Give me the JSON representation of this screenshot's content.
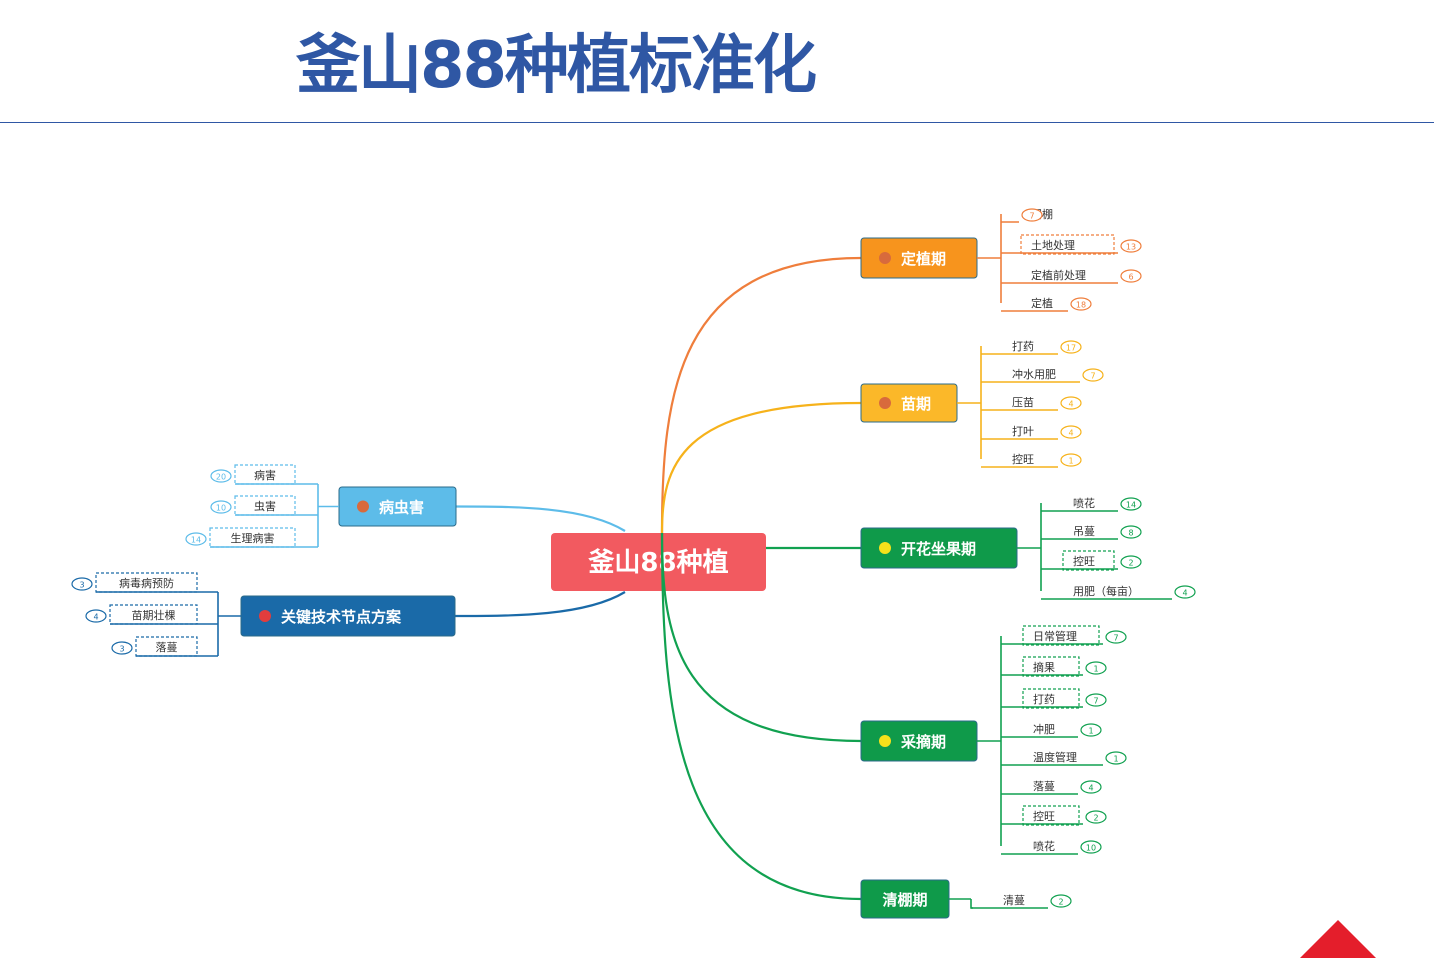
{
  "title": "釜山88种植标准化",
  "center": {
    "label": "釜山88种植",
    "color": "#f25a60"
  },
  "branches": [
    {
      "label": "定植期",
      "icon": "bug-icon",
      "box_color": "#f7941d",
      "line_color": "#ef7e3c",
      "items": [
        {
          "label": "闷棚",
          "count": "7",
          "dashed": true
        },
        {
          "label": "土地处理",
          "count": "13",
          "dashed": true
        },
        {
          "label": "定植前处理",
          "count": "6",
          "dashed": false
        },
        {
          "label": "定植",
          "count": "18",
          "dashed": false
        }
      ]
    },
    {
      "label": "苗期",
      "icon": "seedling-icon",
      "box_color": "#fbb829",
      "line_color": "#f6b21b",
      "items": [
        {
          "label": "打药",
          "count": "17",
          "dashed": false
        },
        {
          "label": "冲水用肥",
          "count": "7",
          "dashed": false
        },
        {
          "label": "压苗",
          "count": "4",
          "dashed": false
        },
        {
          "label": "打叶",
          "count": "4",
          "dashed": false
        },
        {
          "label": "控旺",
          "count": "1",
          "dashed": false
        }
      ]
    },
    {
      "label": "开花坐果期",
      "icon": "magnifier-icon",
      "box_color": "#0f9a4a",
      "line_color": "#11a150",
      "items": [
        {
          "label": "喷花",
          "count": "14",
          "dashed": false
        },
        {
          "label": "吊蔓",
          "count": "8",
          "dashed": false
        },
        {
          "label": "控旺",
          "count": "2",
          "dashed": true
        },
        {
          "label": "用肥（每亩）",
          "count": "4",
          "dashed": false
        }
      ]
    },
    {
      "label": "采摘期",
      "icon": "magnifier-icon",
      "box_color": "#0f9a4a",
      "line_color": "#11a150",
      "items": [
        {
          "label": "日常管理",
          "count": "7",
          "dashed": true
        },
        {
          "label": "摘果",
          "count": "1",
          "dashed": true
        },
        {
          "label": "打药",
          "count": "7",
          "dashed": true
        },
        {
          "label": "冲肥",
          "count": "1",
          "dashed": false
        },
        {
          "label": "温度管理",
          "count": "1",
          "dashed": false
        },
        {
          "label": "落蔓",
          "count": "4",
          "dashed": false
        },
        {
          "label": "控旺",
          "count": "2",
          "dashed": true
        },
        {
          "label": "喷花",
          "count": "10",
          "dashed": false
        }
      ]
    },
    {
      "label": "清棚期",
      "icon": "",
      "box_color": "#0f9a4a",
      "line_color": "#11a150",
      "items": [
        {
          "label": "清蔓",
          "count": "2",
          "dashed": false
        }
      ]
    },
    {
      "label": "病虫害",
      "icon": "bug-icon",
      "box_color": "#5dbce9",
      "line_color": "#5dbce9",
      "items": [
        {
          "label": "病害",
          "count": "20",
          "dashed": true
        },
        {
          "label": "虫害",
          "count": "10",
          "dashed": true
        },
        {
          "label": "生理病害",
          "count": "14",
          "dashed": true
        }
      ]
    },
    {
      "label": "关键技术节点方案",
      "icon": "node-icon",
      "box_color": "#1a6aa8",
      "line_color": "#1a6aa8",
      "items": [
        {
          "label": "病毒病预防",
          "count": "3",
          "dashed": true
        },
        {
          "label": "苗期壮棵",
          "count": "4",
          "dashed": true
        },
        {
          "label": "落蔓",
          "count": "3",
          "dashed": true
        }
      ]
    }
  ]
}
